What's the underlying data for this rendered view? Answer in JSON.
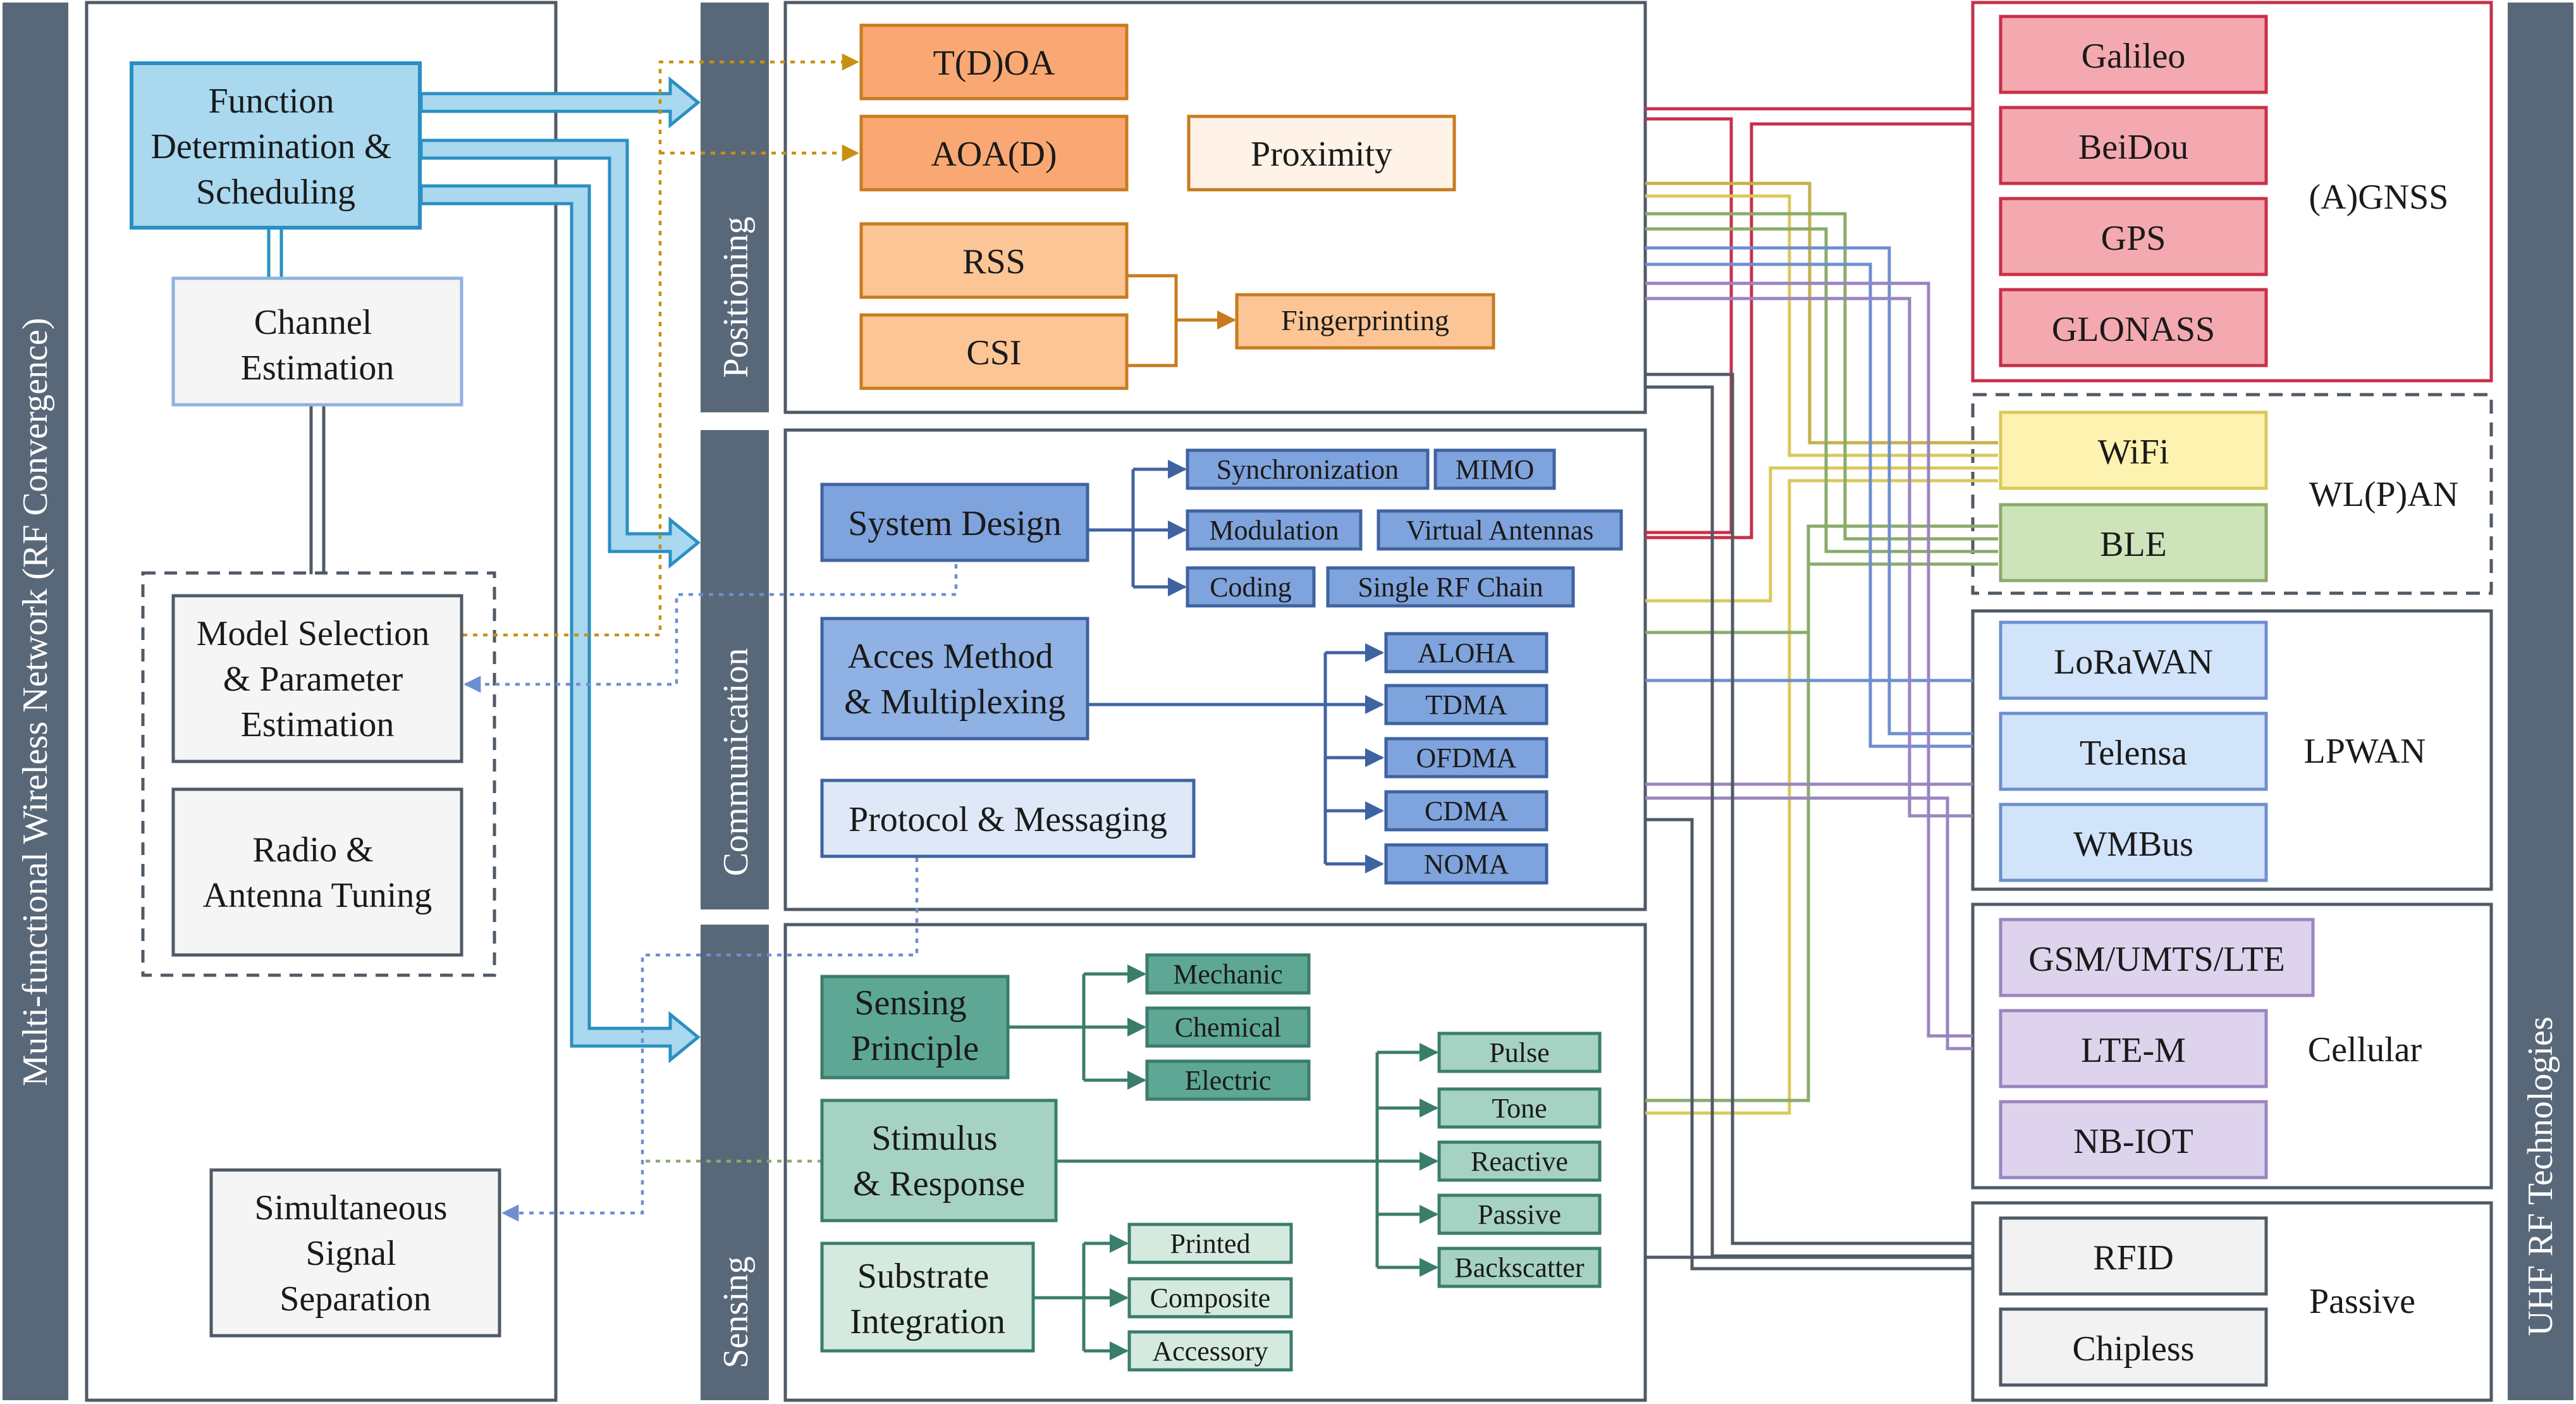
{
  "bars": {
    "left": "Multi-functional Wireless Network (RF Convergence)",
    "right": "UHF RF Technologies",
    "positioning": "Positioning",
    "communication": "Communication",
    "sensing": "Sensing"
  },
  "left_panel": {
    "function": [
      "Function",
      "Determination &",
      "Scheduling"
    ],
    "channel": [
      "Channel",
      "Estimation"
    ],
    "model": [
      "Model Selection",
      "& Parameter",
      "Estimation"
    ],
    "radio": [
      "Radio &",
      "Antenna Tuning"
    ],
    "simultaneous": [
      "Simultaneous",
      "Signal",
      "Separation"
    ]
  },
  "positioning": {
    "tdoa": "T(D)OA",
    "aoa": "AOA(D)",
    "proximity": "Proximity",
    "rss": "RSS",
    "csi": "CSI",
    "fingerprinting": "Fingerprinting"
  },
  "communication": {
    "system_design": "System Design",
    "access": [
      "Acces Method",
      "& Multiplexing"
    ],
    "protocol": "Protocol & Messaging",
    "synchronization": "Synchronization",
    "mimo": "MIMO",
    "modulation": "Modulation",
    "virtual_antennas": "Virtual Antennas",
    "coding": "Coding",
    "single_rf_chain": "Single RF Chain",
    "aloha": "ALOHA",
    "tdma": "TDMA",
    "ofdma": "OFDMA",
    "cdma": "CDMA",
    "noma": "NOMA"
  },
  "sensing": {
    "principle": [
      "Sensing",
      "Principle"
    ],
    "stimulus": [
      "Stimulus",
      "& Response"
    ],
    "substrate": [
      "Substrate",
      "Integration"
    ],
    "mechanic": "Mechanic",
    "chemical": "Chemical",
    "electric": "Electric",
    "pulse": "Pulse",
    "tone": "Tone",
    "reactive": "Reactive",
    "passive": "Passive",
    "backscatter": "Backscatter",
    "printed": "Printed",
    "composite": "Composite",
    "accessory": "Accessory"
  },
  "tech": {
    "gnss": {
      "title": "(A)GNSS",
      "items": [
        "Galileo",
        "BeiDou",
        "GPS",
        "GLONASS"
      ]
    },
    "wlan": {
      "title": "WL(P)AN",
      "items": [
        "WiFi",
        "BLE"
      ]
    },
    "lpwan": {
      "title": "LPWAN",
      "items": [
        "LoRaWAN",
        "Telensa",
        "WMBus"
      ]
    },
    "cellular": {
      "title": "Cellular",
      "items": [
        "GSM/UMTS/LTE",
        "LTE-M",
        "NB-IOT"
      ]
    },
    "passive": {
      "title": "Passive",
      "items": [
        "RFID",
        "Chipless"
      ]
    }
  },
  "colors": {
    "bar": "#596879",
    "function_fill": "#a9d8ef",
    "function_stroke": "#2a8fc3",
    "orange": "#f9a873",
    "orange_light": "#fcc595",
    "orange_stroke": "#c87b1e",
    "blue_block": "#8fb1e3",
    "blue_small": "#7fa3dc",
    "blue_stroke": "#3f62a1",
    "teal": "#5ea794",
    "teal_light": "#a6d2c3",
    "teal_pale": "#d5eadf",
    "teal_stroke": "#3b7d6b",
    "gnss": "#f4a9b0",
    "gnss_stroke": "#c73048",
    "wifi": "#fef2b0",
    "ble": "#cde4bb",
    "lpwan": "#d2e4fa",
    "cellular": "#ddd3ec",
    "passive": "#f2f2f2"
  }
}
